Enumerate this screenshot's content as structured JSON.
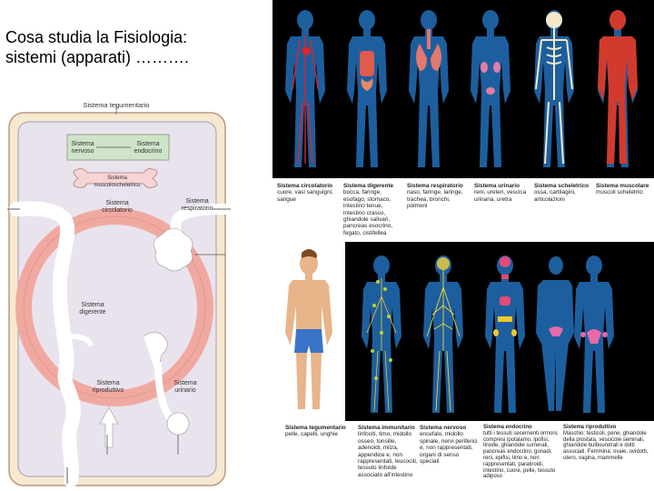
{
  "title": {
    "line1": "Cosa studia la Fisiologia:",
    "line2": "sistemi (apparati) ………."
  },
  "schema": {
    "tegumentario": "Sistema tegumentario",
    "nervoso": "Sistema nervoso",
    "endocrino": "Sistema endocrino",
    "muscolo": "Sistema muscoloscheletrico",
    "circolatorio": "Sistema circolatorio",
    "respiratorio": "Sistema respiratorio",
    "digerente": "Sistema digerente",
    "riproduttivo": "Sistema riproduttivo",
    "urinario": "Sistema urinario"
  },
  "top_captions": [
    {
      "title": "Sistema circolatorio",
      "text": "cuore, vasi sanguigni, sangue"
    },
    {
      "title": "Sistema digerente",
      "text": "bocca, faringe, esofago, stomaco, intestino tenue, intestino crasso, ghiandole salivari, pancreas esocrino, fegato, cistifellea"
    },
    {
      "title": "Sistema respiratorio",
      "text": "naso, faringe, laringe, trachea, bronchi, polmoni"
    },
    {
      "title": "Sistema urinario",
      "text": "reni, ureteri, vescica urinaria, uretra"
    },
    {
      "title": "Sistema scheletrico",
      "text": "ossa, cartilagini, articolazioni"
    },
    {
      "title": "Sistema muscolare",
      "text": "muscoli scheletrici"
    }
  ],
  "bottom_captions": [
    {
      "title": "Sistema tegumentario",
      "text": "pelle, capelli, unghie"
    },
    {
      "title": "Sistema immunitario",
      "text": "linfociti, timo, midollo osseo, tonsille, adenoidi, milza, appendice e, non rappresentati, leucociti, tessuto linfoide associato all'intestino"
    },
    {
      "title": "Sistema nervoso",
      "text": "encefalo, midollo spinale, nervi periferici e, non rappresentati, organi di senso speciali"
    },
    {
      "title": "Sistema endocrino",
      "text": "tutti i tessuti secernenti ormoni, compresi ipotalamo, ipofisi, tiroide, ghiandole surrenali, pancreas endocrino, gonadi, reni, epifisi, timo e, non rappresentati, paratiroidi, intestino, cuore, pelle, tessuto adiposo"
    },
    {
      "title": "Sistema riproduttivo",
      "text": "Maschio: testicoli, pene, ghiandole della prostata, vescicole seminali, ghiandole bulbouretrali e dotti associati. Femmina: ovaie, ovidotti, utero, vagina, mammelle"
    }
  ],
  "colors": {
    "panel_bg": "#000000",
    "figure_blue": "#1d5f9e",
    "vessel_red": "#d8262c",
    "body_box": "#e9e3ee",
    "ring_pink": "#f0a9a0"
  }
}
